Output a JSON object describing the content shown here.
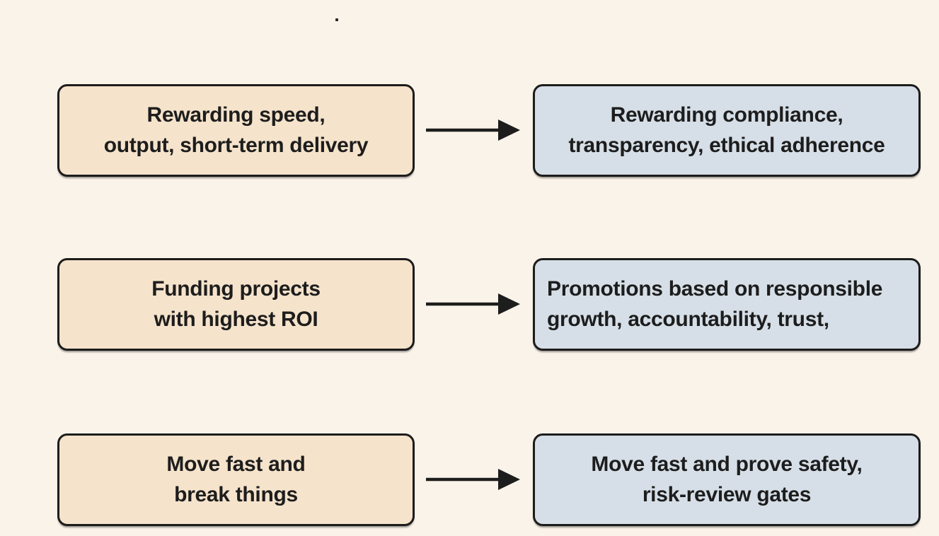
{
  "colors": {
    "background": "#faf3e9",
    "from_fill": "#f5e3cb",
    "to_fill": "#d6dfe7",
    "border": "#1c1c1c",
    "text": "#1d1d1d",
    "arrow": "#1d1d1d"
  },
  "diagram": {
    "rows": [
      {
        "from": {
          "line1": "Rewarding speed,",
          "line2": "output, short-term delivery"
        },
        "to": {
          "line1": "Rewarding compliance,",
          "line2": "transparency, ethical adherence"
        }
      },
      {
        "from": {
          "line1": "Funding projects",
          "line2": "with highest ROI"
        },
        "to": {
          "line1": "Promotions based on responsible",
          "line2": "growth, accountability, trust,"
        }
      },
      {
        "from": {
          "line1": "Move fast and",
          "line2": "break things"
        },
        "to": {
          "line1": "Move fast and prove safety,",
          "line2": "risk-review gates"
        }
      }
    ]
  }
}
